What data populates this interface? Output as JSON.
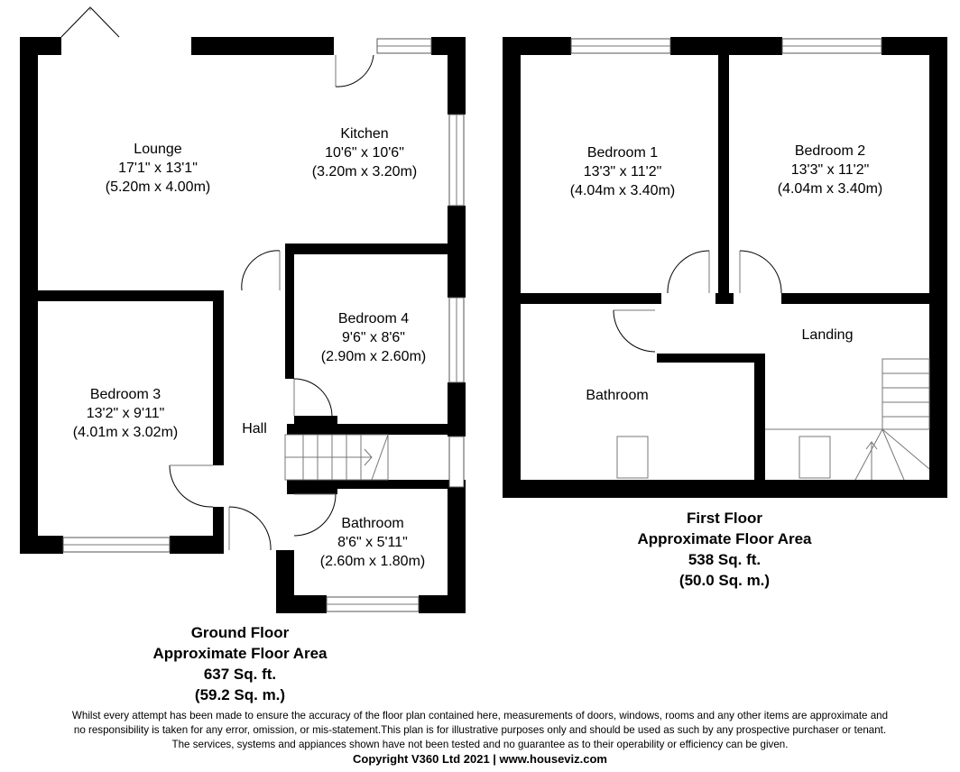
{
  "ground_floor": {
    "rooms": [
      {
        "name": "Lounge",
        "imperial": "17'1\" x 13'1\"",
        "metric": "(5.20m x 4.00m)"
      },
      {
        "name": "Kitchen",
        "imperial": "10'6\" x 10'6\"",
        "metric": "(3.20m x 3.20m)"
      },
      {
        "name": "Bedroom 4",
        "imperial": "9'6\" x 8'6\"",
        "metric": "(2.90m x 2.60m)"
      },
      {
        "name": "Bedroom 3",
        "imperial": "13'2\" x 9'11\"",
        "metric": "(4.01m x 3.02m)"
      },
      {
        "name": "Bathroom",
        "imperial": "8'6\" x 5'11\"",
        "metric": "(2.60m x 1.80m)"
      },
      {
        "name": "Hall"
      }
    ],
    "caption": {
      "title": "Ground Floor",
      "subtitle": "Approximate Floor Area",
      "sqft": "637 Sq. ft.",
      "sqm": "(59.2 Sq. m.)"
    }
  },
  "first_floor": {
    "rooms": [
      {
        "name": "Bedroom 1",
        "imperial": "13'3\" x 11'2\"",
        "metric": "(4.04m x 3.40m)"
      },
      {
        "name": "Bedroom 2",
        "imperial": "13'3\" x 11'2\"",
        "metric": "(4.04m x 3.40m)"
      },
      {
        "name": "Landing"
      },
      {
        "name": "Bathroom"
      }
    ],
    "caption": {
      "title": "First Floor",
      "subtitle": "Approximate Floor Area",
      "sqft": "538 Sq. ft.",
      "sqm": "(50.0 Sq. m.)"
    }
  },
  "disclaimer": {
    "line1": "Whilst every attempt has been made to ensure the accuracy of the floor plan contained here, measurements of doors, windows, rooms and any other items are approximate and",
    "line2": "no responsibility is taken for any error, omission, or mis-statement.This plan is for illustrative purposes only and should be used as such by any prospective purchaser or tenant.",
    "line3": "The services, systems and appiances shown have not been tested and no guarantee as to their operability or efficiency can be given.",
    "copyright": "Copyright V360 Ltd 2021 | www.houseviz.com"
  },
  "colors": {
    "wall": "#000000",
    "background": "#ffffff",
    "window_frame": "#555555"
  }
}
